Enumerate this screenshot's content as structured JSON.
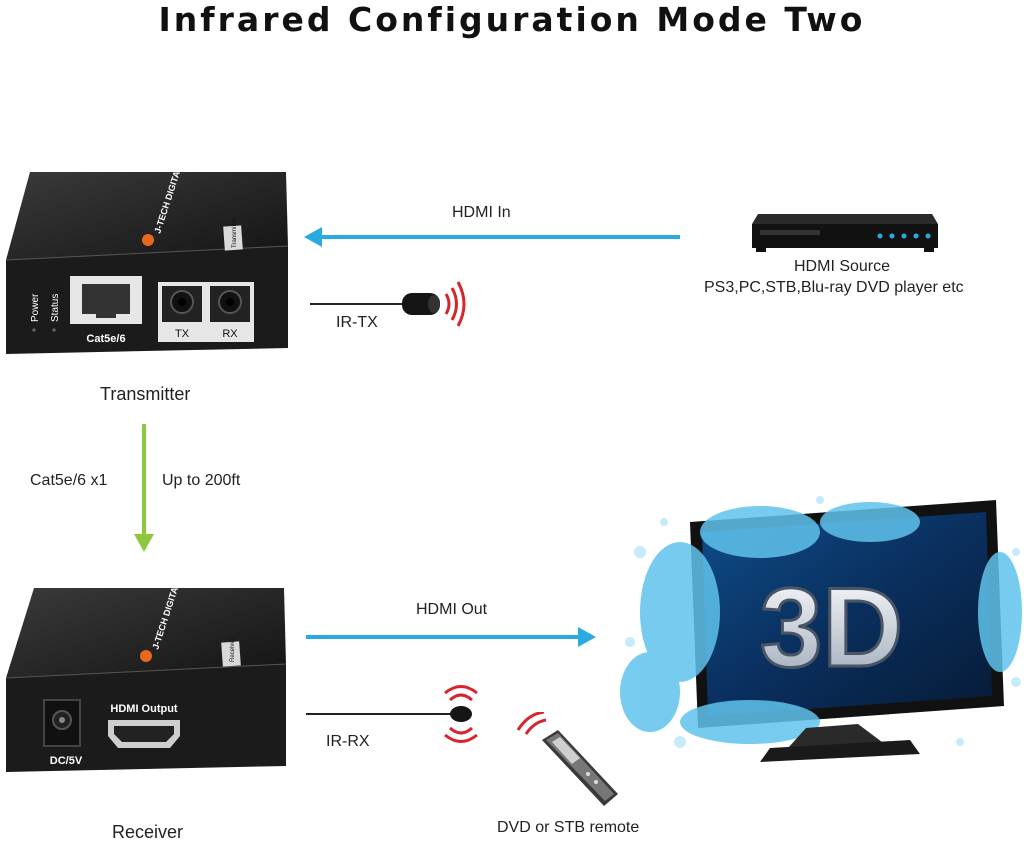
{
  "title": "Infrared Configuration Mode Two",
  "transmitter": {
    "label": "Transmitter",
    "brand": "J-TECH DIGITAL",
    "side_tag": "Transmitter",
    "led_power": "Power",
    "led_status": "Status",
    "port_lan": "Cat5e/6",
    "port_tx": "TX",
    "port_rx": "RX"
  },
  "receiver": {
    "label": "Receiver",
    "brand": "J-TECH DIGITAL",
    "side_tag": "Receiver",
    "port_dc": "DC/5V",
    "port_hdmi": "HDMI Output"
  },
  "source": {
    "line1": "HDMI Source",
    "line2": "PS3,PC,STB,Blu-ray DVD player etc"
  },
  "links": {
    "hdmi_in": "HDMI  In",
    "hdmi_out": "HDMI Out",
    "ir_tx": "IR-TX",
    "ir_rx": "IR-RX",
    "cable_type": "Cat5e/6 x1",
    "cable_length": "Up to 200ft",
    "remote": "DVD or STB remote"
  },
  "tv": {
    "badge": "3D"
  },
  "colors": {
    "hdmi_arrow": "#29ABE2",
    "cable_arrow": "#8DC63F",
    "ir_signal": "#D7252E",
    "device_body": "#1b1b1b"
  }
}
